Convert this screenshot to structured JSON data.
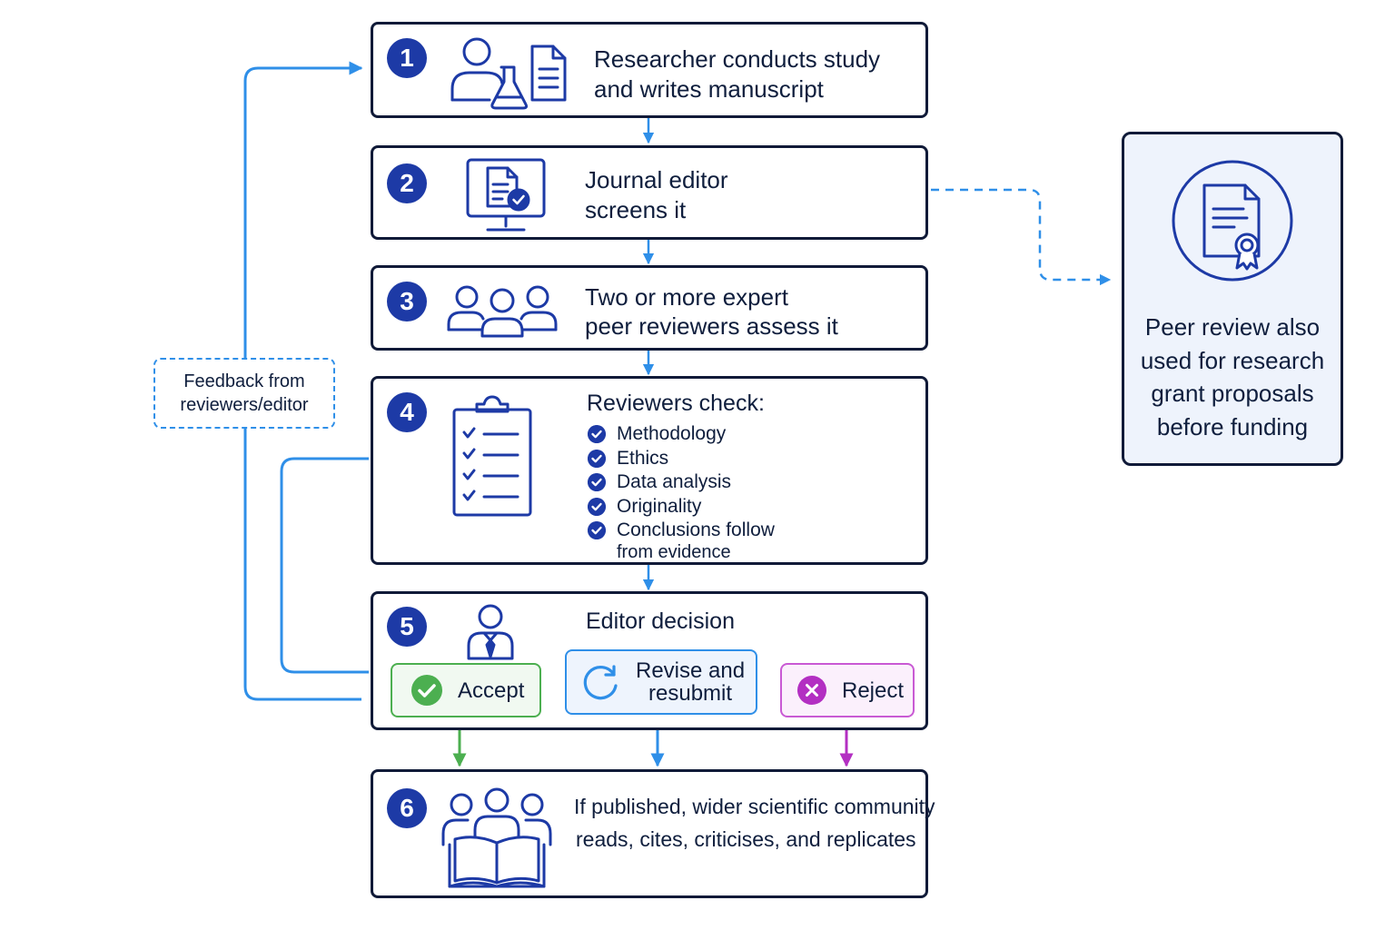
{
  "steps": [
    {
      "number": "1",
      "lines": [
        "Researcher conducts study",
        "and writes manuscript"
      ]
    },
    {
      "number": "2",
      "lines": [
        "Journal editor",
        "screens it"
      ]
    },
    {
      "number": "3",
      "lines": [
        "Two or more expert",
        "peer reviewers assess it"
      ]
    },
    {
      "number": "4",
      "heading": "Reviewers check:",
      "checks": [
        "Methodology",
        "Ethics",
        "Data analysis",
        "Originality",
        "Conclusions follow"
      ],
      "checks_continuation": "from evidence"
    },
    {
      "number": "5",
      "heading": "Editor decision",
      "choices": {
        "accept": "Accept",
        "revise": [
          "Revise and",
          "resubmit"
        ],
        "reject": "Reject"
      }
    },
    {
      "number": "6",
      "lines": [
        "If published, wider scientific community",
        "reads, cites, criticises, and replicates"
      ]
    }
  ],
  "feedback": {
    "lines": [
      "Feedback from",
      "reviewers/editor"
    ]
  },
  "side_note": {
    "lines": [
      "Peer review also",
      "used for research",
      "grant proposals",
      "before funding"
    ]
  },
  "icons": {
    "step1": "researcher-flask-document-icon",
    "step2": "monitor-document-check-icon",
    "step3": "reviewers-group-icon",
    "step4": "clipboard-checklist-icon",
    "step5": "editor-person-icon",
    "step6": "community-open-book-icon",
    "side": "certificate-document-icon"
  },
  "colors": {
    "navy": "#1d3aa6",
    "border": "#101a38",
    "arrow_blue": "#2f8fe8",
    "accept_green": "#4caf50",
    "reject_purple": "#b32fc2",
    "panel_bg": "#eef3fc"
  }
}
